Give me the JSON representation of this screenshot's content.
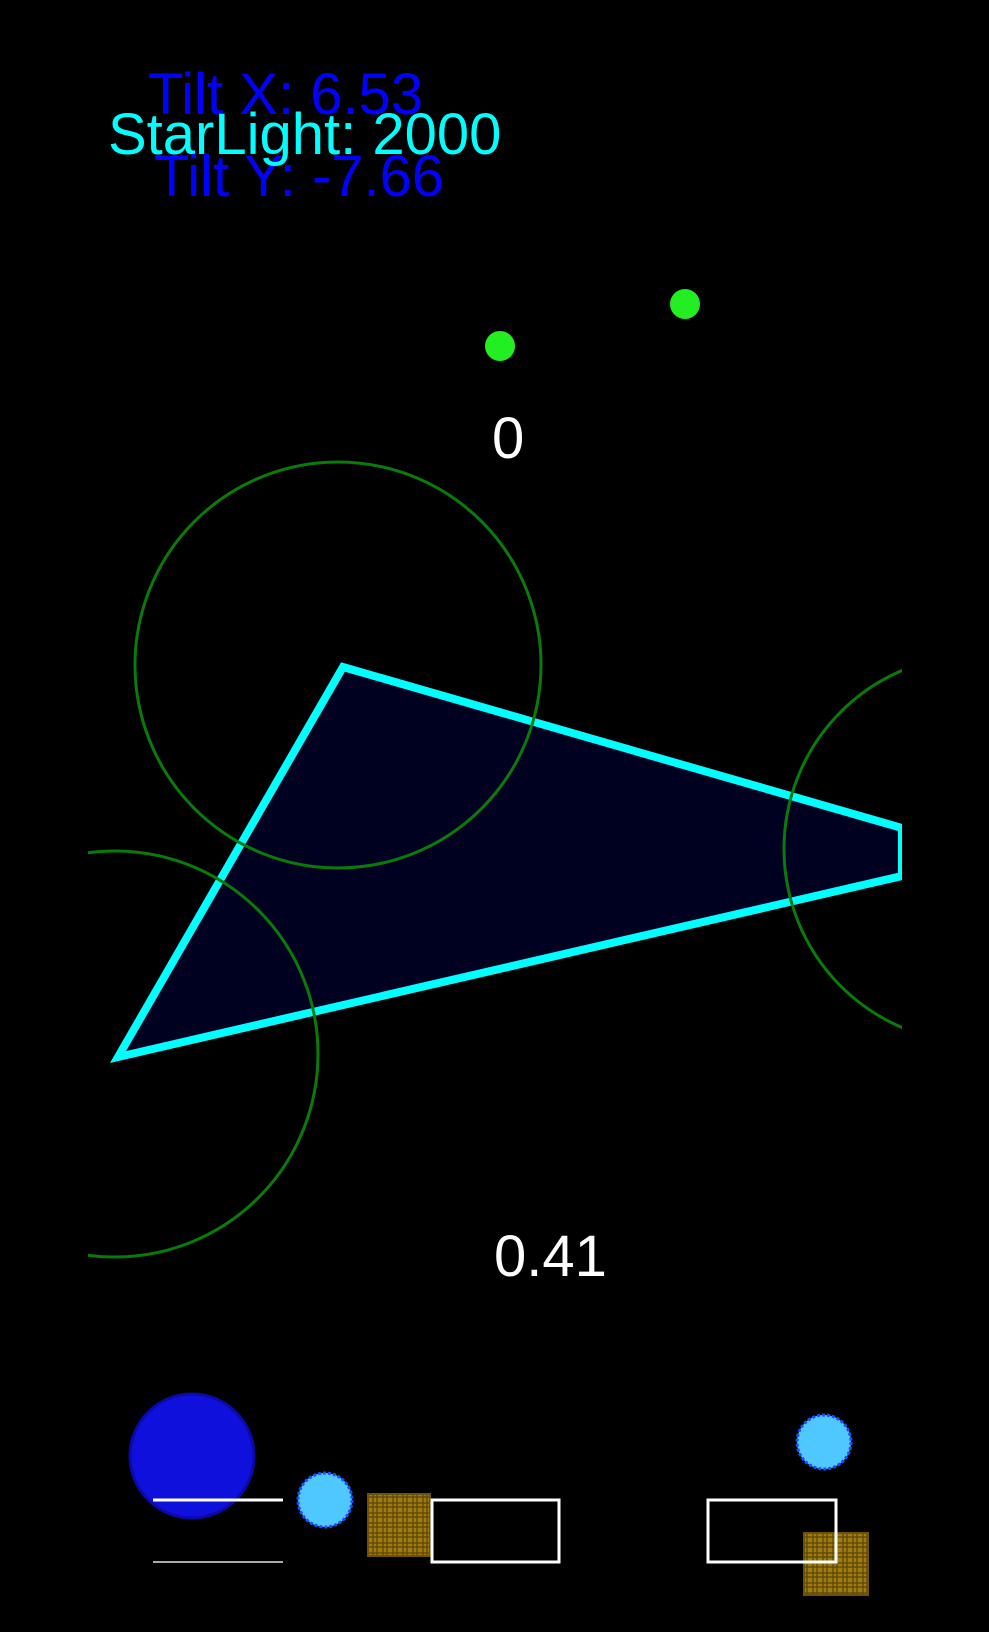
{
  "hud": {
    "tilt_x": "Tilt X: 6.53",
    "tilt_y": "Tilt Y: -7.66",
    "starlight": "StarLight: 2000"
  },
  "counters": {
    "top": "0",
    "bottom": "0.41"
  },
  "colors": {
    "background": "#000000",
    "tilt_text": "#0000ff",
    "starlight_text": "#00ffff",
    "triangle_stroke": "#00ffff",
    "triangle_fill": "#000020",
    "orbit_ring": "#0a7a0a",
    "green_star": "#22ee22",
    "player_orb": "#1010dd",
    "light_orb": "#4fc8ff",
    "crate": "#a07c10",
    "pad_border": "#ffffff"
  },
  "scene": {
    "green_stars": 2,
    "orbit_rings": 3,
    "light_orbs": 2,
    "crates": 2,
    "pads": 3
  }
}
